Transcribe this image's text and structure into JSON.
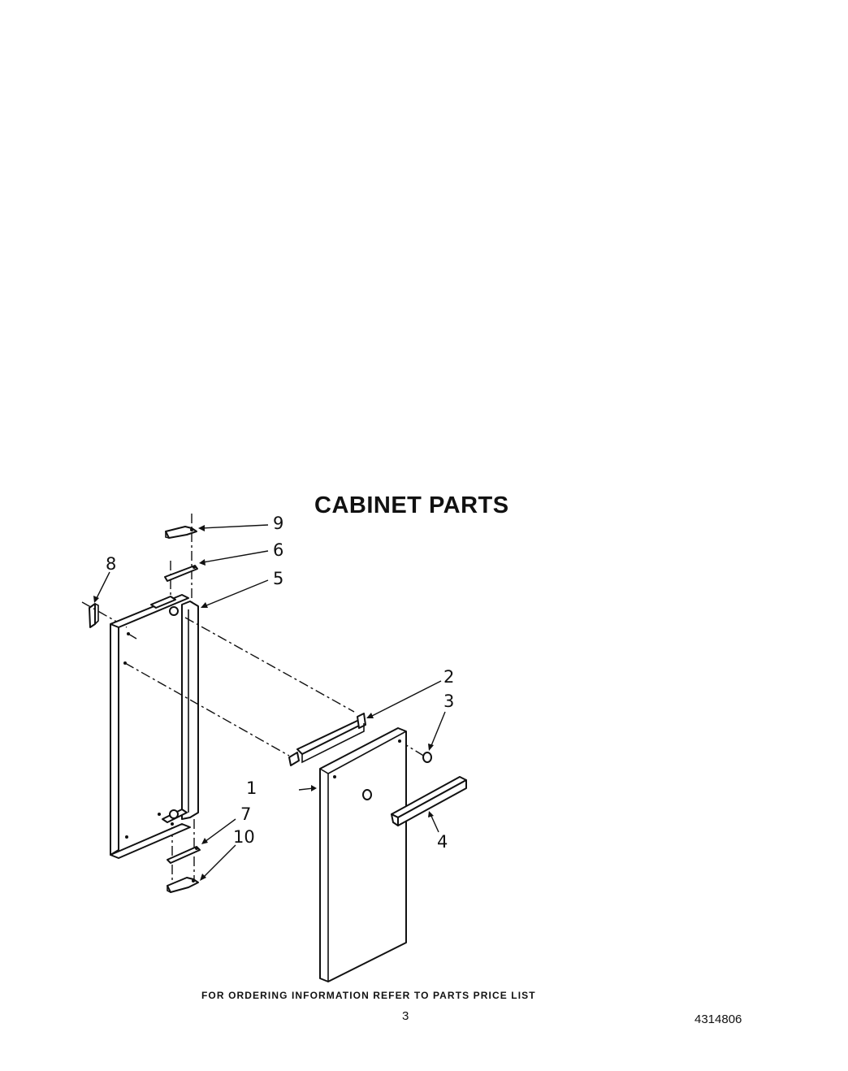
{
  "title": "CABINET PARTS",
  "callouts": {
    "c1": "1",
    "c2": "2",
    "c3": "3",
    "c4": "4",
    "c5": "5",
    "c6": "6",
    "c7": "7",
    "c8": "8",
    "c9": "9",
    "c10": "10"
  },
  "footer": {
    "ordering_note": "FOR ORDERING INFORMATION REFER TO PARTS PRICE LIST",
    "page_number": "3",
    "document_number": "4314806"
  }
}
